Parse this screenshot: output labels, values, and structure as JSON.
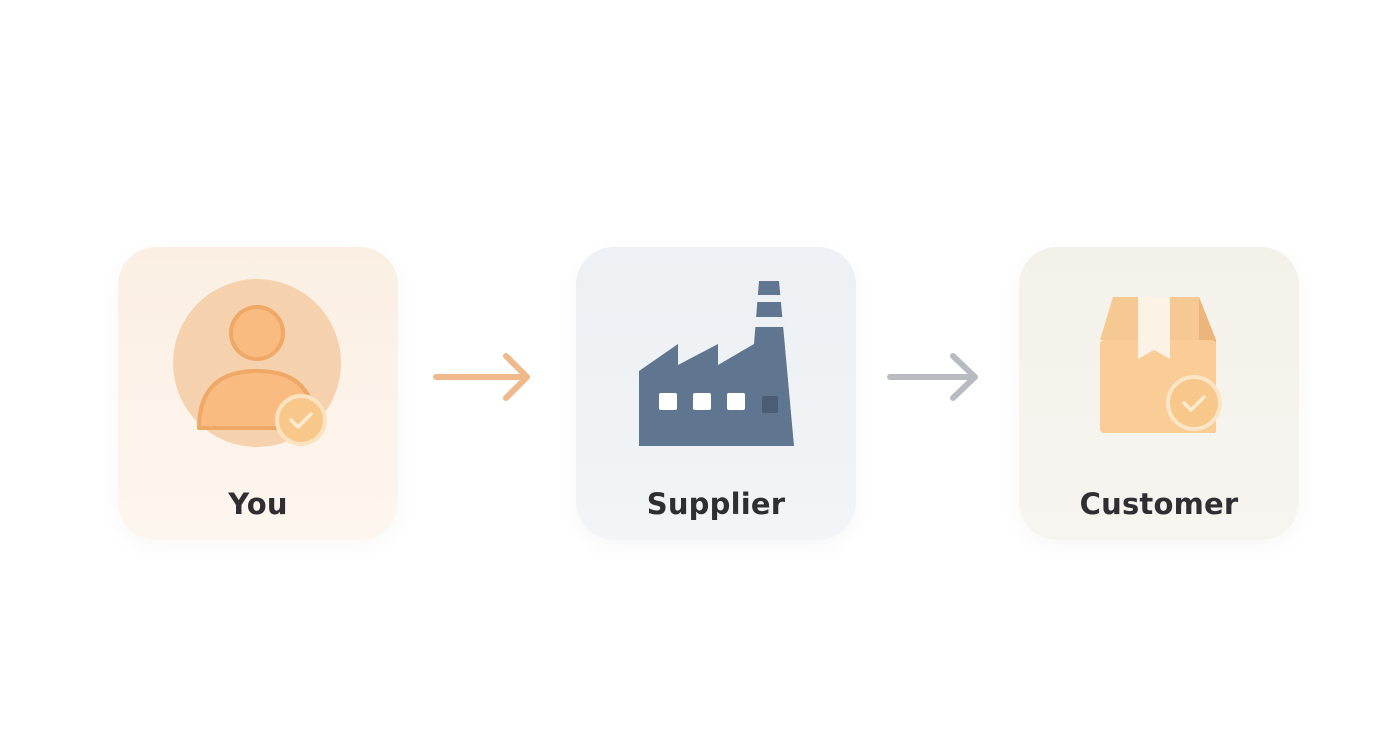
{
  "diagram": {
    "nodes": [
      {
        "id": "you",
        "label": "You",
        "icon": "person-check-icon"
      },
      {
        "id": "supplier",
        "label": "Supplier",
        "icon": "factory-icon"
      },
      {
        "id": "customer",
        "label": "Customer",
        "icon": "package-check-icon"
      }
    ],
    "edges": [
      {
        "from": "you",
        "to": "supplier",
        "color": "#efb98c"
      },
      {
        "from": "supplier",
        "to": "customer",
        "color": "#b8bcc2"
      }
    ]
  },
  "colors": {
    "you_card": "#fbefe3",
    "supplier_card": "#edf0f4",
    "customer_card": "#f4f1ea",
    "accent_orange": "#f7b46f",
    "factory_slate": "#5f7590",
    "label_text": "#2f2f33"
  }
}
